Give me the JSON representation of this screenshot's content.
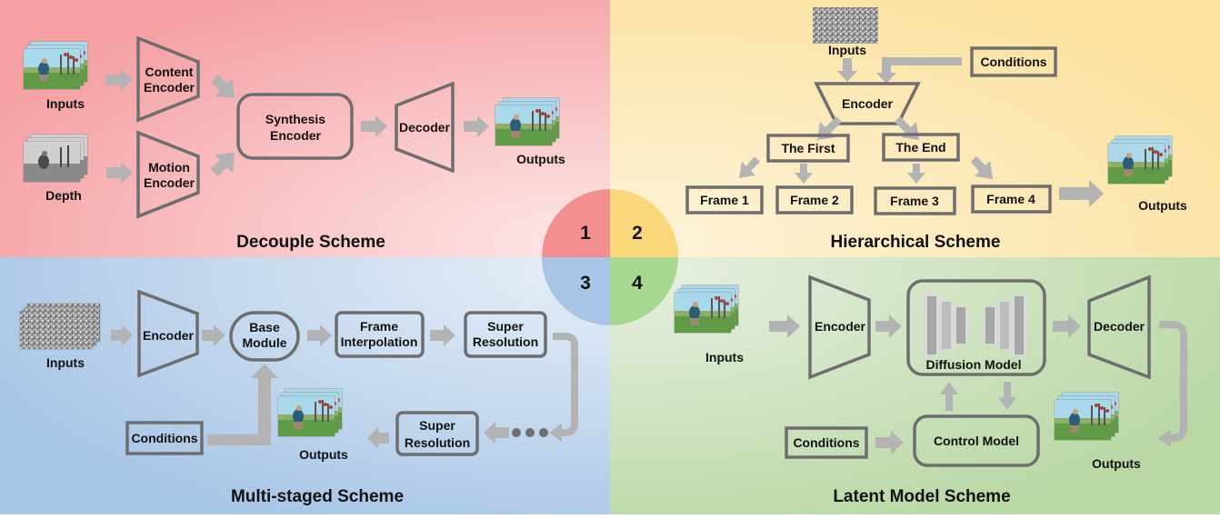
{
  "colors": {
    "quadrant1": "#f6a3a6",
    "quadrant2": "#fbe3a0",
    "quadrant3": "#a9c7e6",
    "quadrant4": "#bcd9a8",
    "stroke": "#6e6e6e",
    "arrow": "#b3b3b3"
  },
  "center": {
    "n1": "1",
    "n2": "2",
    "n3": "3",
    "n4": "4"
  },
  "decouple": {
    "title": "Decouple Scheme",
    "inputs": "Inputs",
    "depth": "Depth",
    "content_encoder": [
      "Content",
      "Encoder"
    ],
    "motion_encoder": [
      "Motion",
      "Encoder"
    ],
    "synthesis_encoder": [
      "Synthesis",
      "Encoder"
    ],
    "decoder": "Decoder",
    "outputs": "Outputs"
  },
  "hierarchical": {
    "title": "Hierarchical Scheme",
    "inputs": "Inputs",
    "conditions": "Conditions",
    "encoder": "Encoder",
    "the_first": "The First",
    "the_end": "The End",
    "frame1": "Frame 1",
    "frame2": "Frame 2",
    "frame3": "Frame 3",
    "frame4": "Frame 4",
    "outputs": "Outputs"
  },
  "multistaged": {
    "title": "Multi-staged Scheme",
    "inputs": "Inputs",
    "encoder": "Encoder",
    "base_module": [
      "Base",
      "Module"
    ],
    "frame_interpolation": [
      "Frame",
      "Interpolation"
    ],
    "super_resolution_1": [
      "Super",
      "Resolution"
    ],
    "super_resolution_2": [
      "Super",
      "Resolution"
    ],
    "conditions": "Conditions",
    "outputs": "Outputs"
  },
  "latent": {
    "title": "Latent Model Scheme",
    "inputs": "Inputs",
    "encoder": "Encoder",
    "diffusion_model": "Diffusion Model",
    "decoder": "Decoder",
    "conditions": "Conditions",
    "control_model": "Control Model",
    "outputs": "Outputs"
  }
}
